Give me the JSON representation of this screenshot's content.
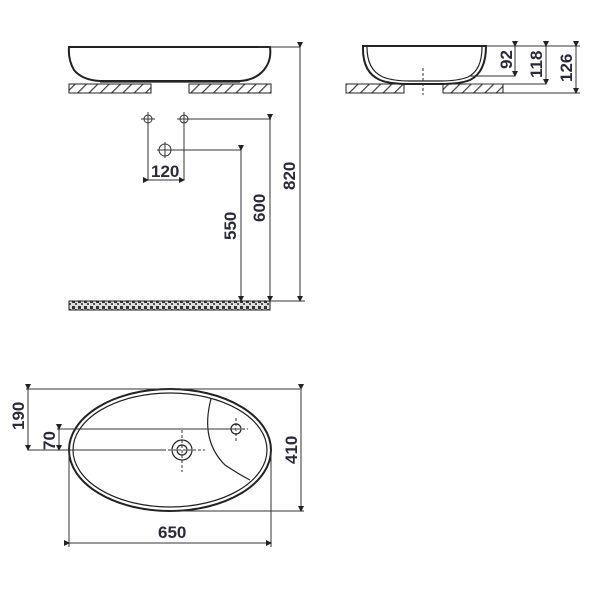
{
  "drawing": {
    "type": "technical-drawing",
    "subject": "oval countertop washbasin",
    "views": {
      "front": {
        "dimensions": {
          "total_height": "820",
          "waste_height": "550",
          "tap_height": "600",
          "tap_spacing": "120"
        }
      },
      "side": {
        "dimensions": {
          "inner_depth": "92",
          "bowl_height": "118",
          "overall_height": "126"
        }
      },
      "top": {
        "dimensions": {
          "width": "650",
          "depth": "410",
          "waste_from_edge": "190",
          "tap_offset": "70"
        }
      }
    },
    "colors": {
      "line": "#222222",
      "text": "#2a2a3a",
      "background": "#ffffff"
    }
  }
}
